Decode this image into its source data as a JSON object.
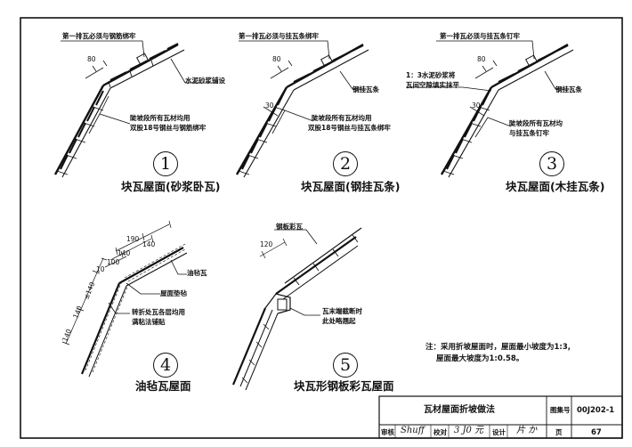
{
  "d1": {
    "callout_top": "第一排瓦必须与钢筋绑牢",
    "callout_right": "水泥砂浆铺设",
    "callout_bottom_1": "陡坡段所有瓦材均用",
    "callout_bottom_2": "双股18号钢丝与钢筋绑牢",
    "dim_80": "80",
    "number": "1",
    "caption": "块瓦屋面(砂浆卧瓦)"
  },
  "d2": {
    "callout_top": "第一排瓦必须与挂瓦条绑牢",
    "callout_right": "钢挂瓦条",
    "callout_bottom_1": "陡坡段所有瓦材均用",
    "callout_bottom_2": "双股18号钢丝与挂瓦条绑牢",
    "dim_80": "80",
    "dim_30": "30",
    "number": "2",
    "caption": "块瓦屋面(钢挂瓦条)"
  },
  "d3": {
    "callout_top": "第一排瓦必须与挂瓦条钉牢",
    "callout_left_1": "1：3水泥砂浆将",
    "callout_left_2": "瓦间空隙填实抹平",
    "callout_right": "钢挂瓦条",
    "callout_bottom_1": "陡坡段所有瓦材均",
    "callout_bottom_2": "与挂瓦条钉牢",
    "dim_80": "80",
    "dim_30": "30",
    "number": "3",
    "caption": "块瓦屋面(木挂瓦条)"
  },
  "d4": {
    "dims": [
      "190",
      "140",
      "140",
      "100",
      "10",
      "≤140",
      "140",
      "140"
    ],
    "callout_right": "油毡瓦",
    "callout_mid": "屋面垫毡",
    "callout_bottom_1": "转折处瓦各层均用",
    "callout_bottom_2": "满粘法铺贴",
    "number": "4",
    "caption": "油毡瓦屋面"
  },
  "d5": {
    "callout_top": "钢板彩瓦",
    "callout_bottom_1": "瓦末端截断时",
    "callout_bottom_2": "此处略翘起",
    "dim_120": "120",
    "number": "5",
    "caption": "块瓦形钢板彩瓦屋面"
  },
  "note": {
    "line1": "注：采用折坡屋面时，屋面最小坡度为1:3,",
    "line2": "屋面最大坡度为1:0.58。"
  },
  "title_block": {
    "title": "瓦材屋面折坡做法",
    "atlas_label": "图集号",
    "atlas_value": "00J202-1",
    "review_label": "审核",
    "check_label": "校对",
    "design_label": "设计",
    "page_label": "页",
    "page_value": "67"
  }
}
